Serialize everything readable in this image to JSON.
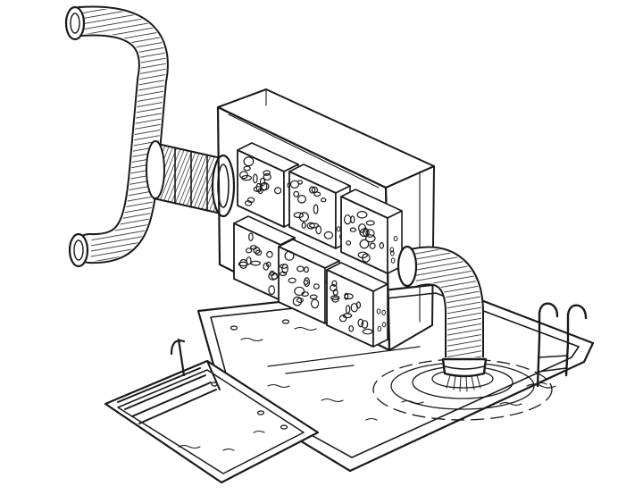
{
  "figure": {
    "background": "#ffffff",
    "ink": "#1a1a1a",
    "shading": "#6a6a6a"
  },
  "parts": [
    {
      "name": "intake-hose",
      "icon": "flexible-hose-icon"
    },
    {
      "name": "threaded-coupling",
      "icon": "pipe-coupling-icon"
    },
    {
      "name": "filter-tank",
      "icon": "transparent-box-icon"
    },
    {
      "name": "sponge-filter-blocks",
      "count": 6,
      "icon": "sponge-block-icon"
    },
    {
      "name": "outlet-hose",
      "icon": "elbow-hose-icon"
    },
    {
      "name": "swimming-pool",
      "icon": "pool-icon"
    },
    {
      "name": "pool-ladder",
      "icon": "ladder-icon"
    },
    {
      "name": "small-tray-pool",
      "icon": "tray-icon"
    }
  ]
}
